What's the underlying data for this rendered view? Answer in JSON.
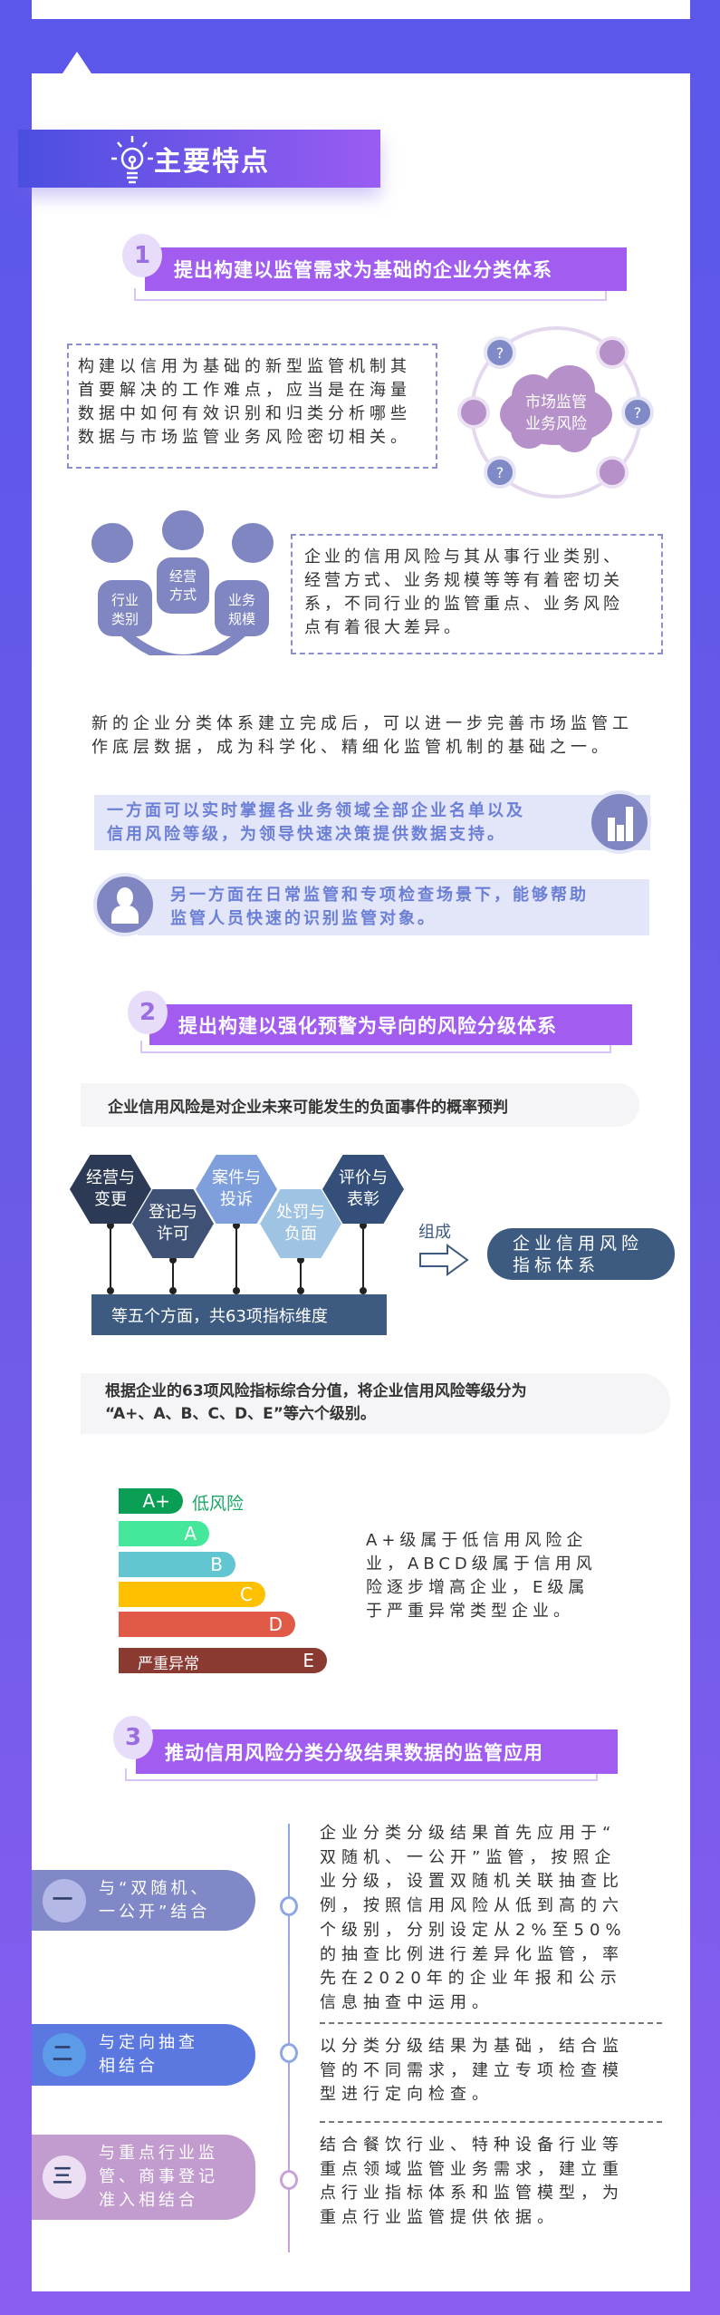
{
  "heading": {
    "title": "主要特点",
    "icon": "lightbulb-icon"
  },
  "section1": {
    "number": "1",
    "title": "提出构建以监管需求为基础的企业分类体系",
    "box1_lines": [
      "构建以信用为基础的新型监管机制其",
      "首要解决的工作难点，应当是在海量",
      "数据中如何有效识别和归类分析哪些",
      "数据与市场监管业务风险密切相关。"
    ],
    "cloud_lines": [
      "市场监管",
      "业务风险"
    ],
    "ring_mark": "?",
    "people": {
      "center": [
        "经营",
        "方式"
      ],
      "left": [
        "行业",
        "类别"
      ],
      "right": [
        "业务",
        "规模"
      ]
    },
    "box2_lines": [
      "企业的信用风险与其从事行业类别、",
      "经营方式、业务规模等等有着密切关",
      "系，不同行业的监管重点、业务风险",
      "点有着很大差异。"
    ],
    "para_lines": [
      "新的企业分类体系建立完成后，可以进一步完善市场监管工",
      "作底层数据，成为科学化、精细化监管机制的基础之一。"
    ],
    "point_a_lines": [
      "一方面可以实时掌握各业务领域全部企业名单以及",
      "信用风险等级，为领导快速决策提供数据支持。"
    ],
    "point_b_lines": [
      "另一方面在日常监管和专项检查场景下，能够帮助",
      "监管人员快速的识别监管对象。"
    ]
  },
  "section2": {
    "number": "2",
    "title": "提出构建以强化预警为导向的风险分级体系",
    "definition": "企业信用风险是对企业未来可能发生的负面事件的概率预判",
    "hexagons": [
      {
        "lines": [
          "经营与",
          "变更"
        ],
        "color": "#2c3a55"
      },
      {
        "lines": [
          "登记与",
          "许可"
        ],
        "color": "#3f5275"
      },
      {
        "lines": [
          "案件与",
          "投诉"
        ],
        "color": "#7f9fdc"
      },
      {
        "lines": [
          "处罚与",
          "负面"
        ],
        "color": "#9fc3e2"
      },
      {
        "lines": [
          "评价与",
          "表彰"
        ],
        "color": "#34507a"
      }
    ],
    "dimension_bar": "等五个方面，共63项指标维度",
    "compose_label": "组成",
    "result_lines": [
      "企业信用风险",
      "指标体系"
    ],
    "grading_lines": [
      "根据企业的63项风险指标综合分值，将企业信用风险等级分为",
      "“A+、A、B、C、D、E”等六个级别。"
    ],
    "grades": [
      {
        "label": "A+",
        "color": "#0a9e55"
      },
      {
        "label": "A",
        "color": "#45e89a"
      },
      {
        "label": "B",
        "color": "#62c6d0"
      },
      {
        "label": "C",
        "color": "#ffc000"
      },
      {
        "label": "D",
        "color": "#e05a47"
      },
      {
        "label": "E",
        "color": "#8b3a32"
      }
    ],
    "low_risk_label": "低风险",
    "severe_label": "严重异常",
    "grade_desc_lines": [
      "A+级属于低信用风险企",
      "业，ABCD级属于信用风",
      "险逐步增高企业，E级属",
      "于严重异常类型企业。"
    ]
  },
  "section3": {
    "number": "3",
    "title": "推动信用风险分类分级结果数据的监管应用",
    "items": [
      {
        "badge": "一",
        "label_lines": [
          "与“双随机、",
          "一公开”结合"
        ],
        "desc_lines": [
          "企业分类分级结果首先应用于“",
          "双随机、一公开”监管，按照企",
          "业分级，设置双随机关联抽查比",
          "例，按照信用风险从低到高的六",
          "个级别，分别设定从2%至50%",
          "的抽查比例进行差异化监管，率",
          "先在2020年的企业年报和公示",
          "信息抽查中运用。"
        ]
      },
      {
        "badge": "二",
        "label_lines": [
          "与定向抽查",
          "相结合"
        ],
        "desc_lines": [
          "以分类分级结果为基础，结合监",
          "管的不同需求，建立专项检查模",
          "型进行定向检查。"
        ]
      },
      {
        "badge": "三",
        "label_lines": [
          "与重点行业监",
          "管、商事登记",
          "准入相结合"
        ],
        "desc_lines": [
          "结合餐饮行业、特种设备行业等",
          "重点领域监管业务需求，建立重",
          "点行业指标体系和监管模型，为",
          "重点行业监管提供依据。"
        ]
      }
    ]
  }
}
